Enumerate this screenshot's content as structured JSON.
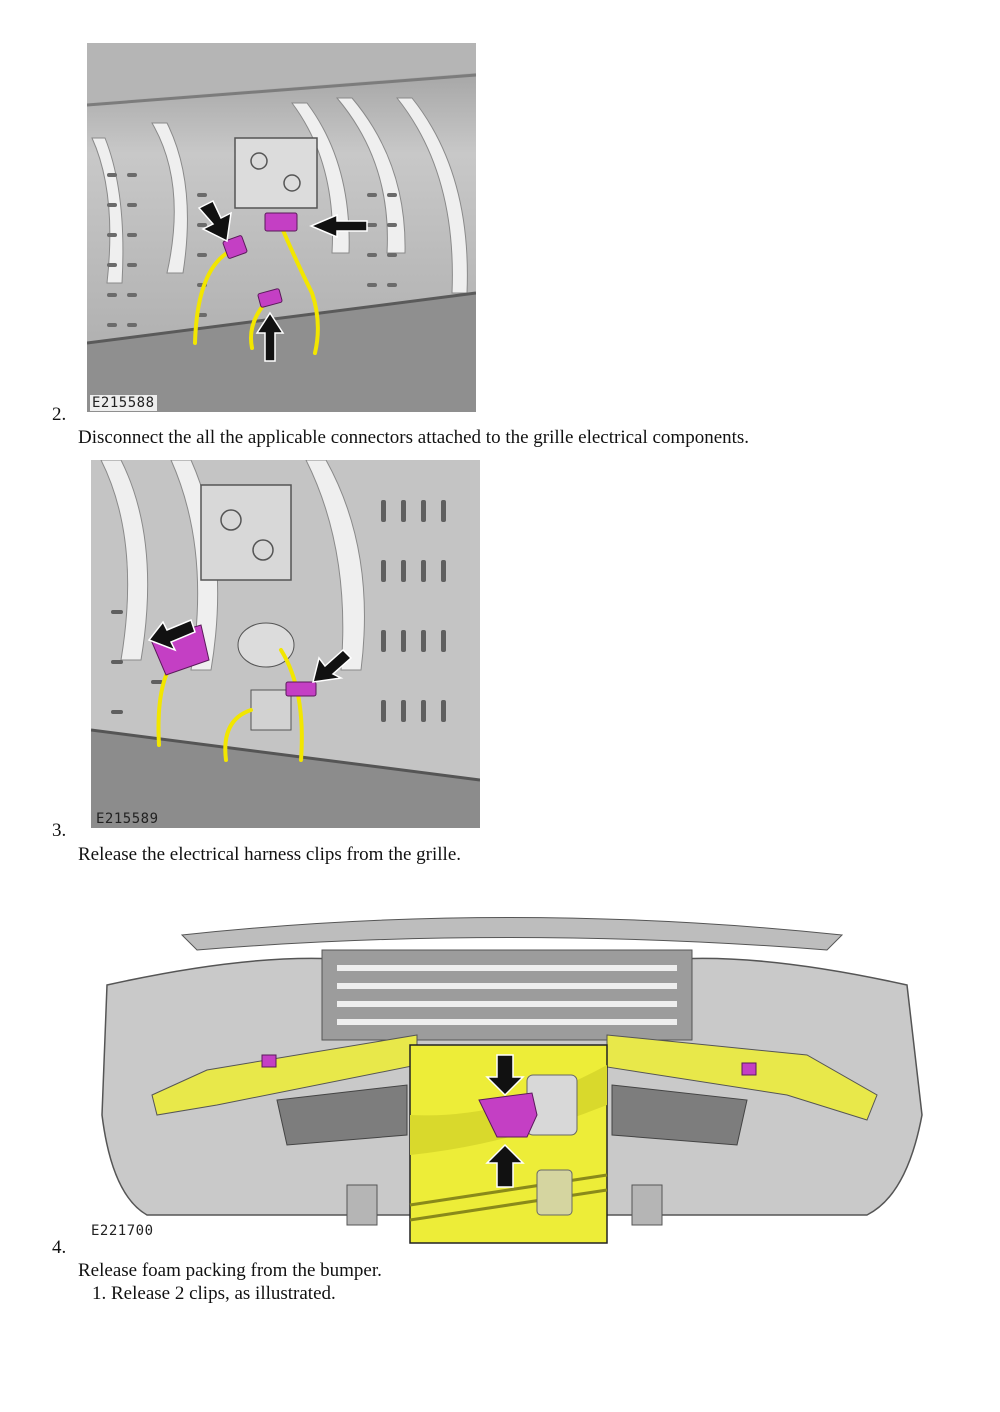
{
  "steps": [
    {
      "number": "2.",
      "figure_code": "E215588",
      "text": "Disconnect the all the applicable connectors attached to the grille electrical components."
    },
    {
      "number": "3.",
      "figure_code": "E215589",
      "text": "Release the electrical harness clips from the grille."
    },
    {
      "number": "4.",
      "figure_code": "E221700",
      "text": "Release foam packing from the bumper.",
      "subitems": [
        "1.  Release 2 clips, as illustrated."
      ]
    }
  ],
  "colors": {
    "harness": "#f2e600",
    "connector": "#c43fc4",
    "foam": "#e8e84a",
    "arrow": "#111111",
    "panel": "#cfcfcf"
  }
}
